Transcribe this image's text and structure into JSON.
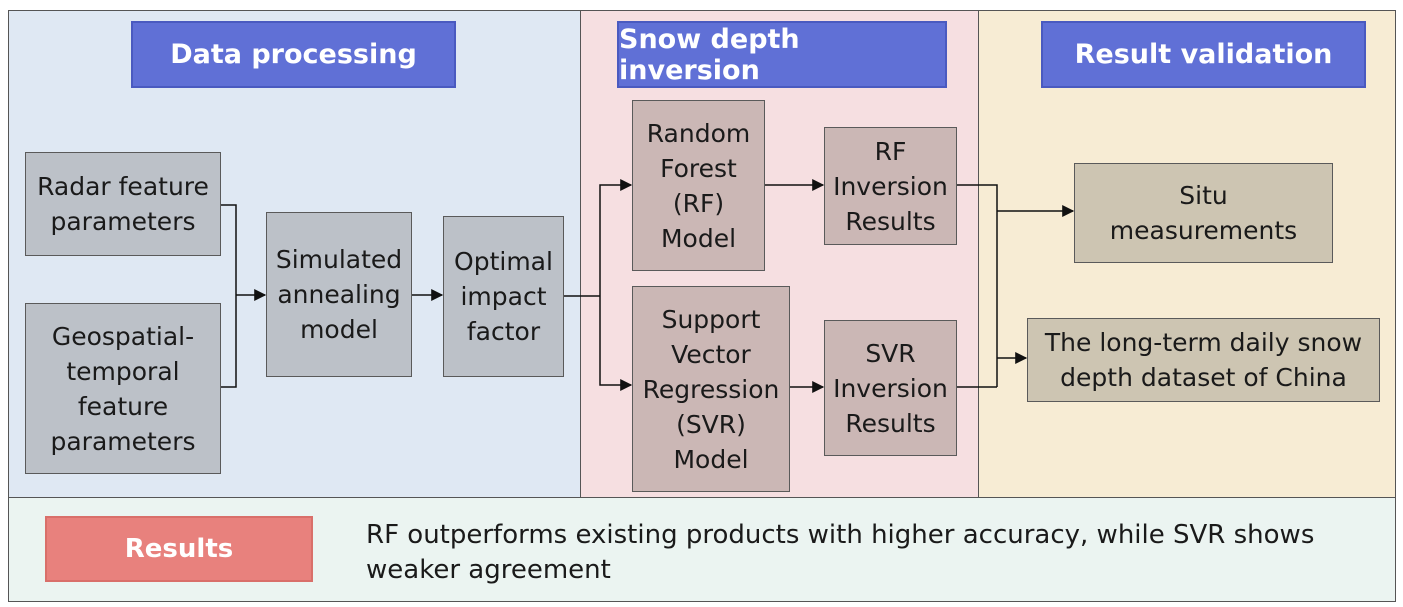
{
  "sections": {
    "data_processing": "Data processing",
    "snow_depth_inversion": "Snow depth inversion",
    "result_validation": "Result validation"
  },
  "nodes": {
    "radar": "Radar feature\nparameters",
    "geo": "Geospatial-\ntemporal\nfeature\nparameters",
    "sa": "Simulated\nannealing\nmodel",
    "opt": "Optimal\nimpact\nfactor",
    "rf": "Random\nForest\n(RF)\nModel",
    "svr": "Support\nVector\nRegression\n(SVR)\nModel",
    "rf_res": "RF\nInversion\nResults",
    "svr_res": "SVR\nInversion\nResults",
    "situ": "Situ\nmeasurements",
    "dataset": "The long-term daily snow\ndepth dataset of China"
  },
  "results": {
    "label": "Results",
    "text": "RF outperforms existing products with higher accuracy, while SVR shows weaker agreement"
  },
  "colors": {
    "header": "#6070d6",
    "results_label": "#e8817d",
    "data_panel": "#dfe8f3",
    "snow_panel": "#f6dfe1",
    "valid_panel": "#f7ecd4"
  }
}
